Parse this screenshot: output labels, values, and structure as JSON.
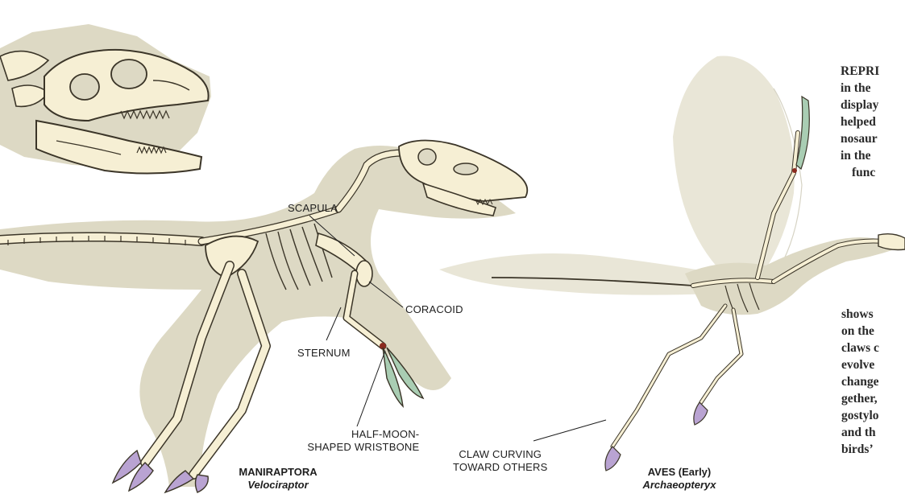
{
  "labels": {
    "scapula": "SCAPULA",
    "coracoid": "CORACOID",
    "sternum": "STERNUM",
    "wristbone_line1": "HALF-MOON-",
    "wristbone_line2": "SHAPED WRISTBONE",
    "claw_line1": "CLAW CURVING",
    "claw_line2": "TOWARD OTHERS"
  },
  "taxa": {
    "maniraptora": {
      "group": "MANIRAPTORA",
      "genus": "Velociraptor"
    },
    "aves": {
      "group": "AVES (Early)",
      "genus": "Archaeopteryx"
    }
  },
  "side_text": {
    "top_lines": [
      "REPRI",
      "in the",
      "display",
      "helped",
      "nosaur",
      "in the",
      "func"
    ],
    "bottom_lines": [
      "shows",
      "on the",
      "claws c",
      "evolve",
      "change",
      "gether,",
      "gostylo",
      "and th",
      "birds’"
    ]
  },
  "colors": {
    "silhouette": "#ddd9c4",
    "bone": "#f6efd4",
    "bone_outline": "#3b3528",
    "wing_feathers": "#e9e6d7",
    "claw_purple": "#b9a3d2",
    "claw_green": "#a9cdb3",
    "wrist_red": "#8b2a1f",
    "text": "#1e1e1e"
  },
  "icons": [
    "tyrannosaur-skull",
    "velociraptor-skeleton",
    "archaeopteryx-skeleton"
  ]
}
